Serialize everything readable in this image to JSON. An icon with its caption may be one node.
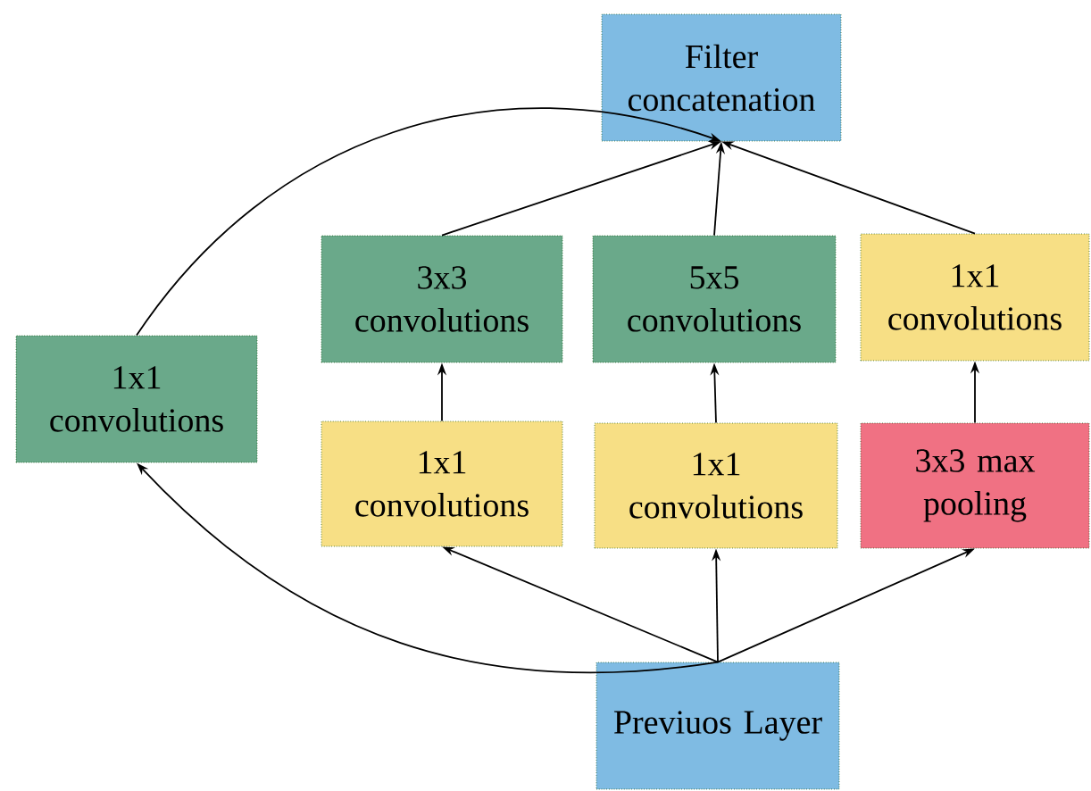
{
  "diagram": {
    "nodes": [
      {
        "text": [
          "Filter concatenation"
        ]
      },
      {
        "text": [
          "1x1 convolutions"
        ]
      },
      {
        "text": [
          "3x3 convolutions"
        ]
      },
      {
        "text": [
          "5x5 convolutions"
        ]
      },
      {
        "text": [
          "1x1 convolutions"
        ]
      },
      {
        "text": [
          "1x1 convolutions"
        ]
      },
      {
        "text": [
          "1x1 convolutions"
        ]
      },
      {
        "text": [
          "3x3 max pooling"
        ]
      },
      {
        "text": [
          "Previuos Layer"
        ]
      }
    ],
    "edges": [
      {
        "from": 1,
        "to": 0,
        "arrow": "to"
      },
      {
        "from": 2,
        "to": 0,
        "arrow": "to"
      },
      {
        "from": 3,
        "to": 0,
        "arrow": "to"
      },
      {
        "from": 4,
        "to": 0,
        "arrow": "to"
      },
      {
        "from": 5,
        "to": 2,
        "arrow": "to"
      },
      {
        "from": 6,
        "to": 3,
        "arrow": "to"
      },
      {
        "from": 7,
        "to": 4,
        "arrow": "to"
      },
      {
        "from": 8,
        "to": 1,
        "arrow": "to"
      },
      {
        "from": 8,
        "to": 5,
        "arrow": "to"
      },
      {
        "from": 8,
        "to": 6,
        "arrow": "to"
      },
      {
        "from": 8,
        "to": 7,
        "arrow": "to"
      }
    ]
  }
}
